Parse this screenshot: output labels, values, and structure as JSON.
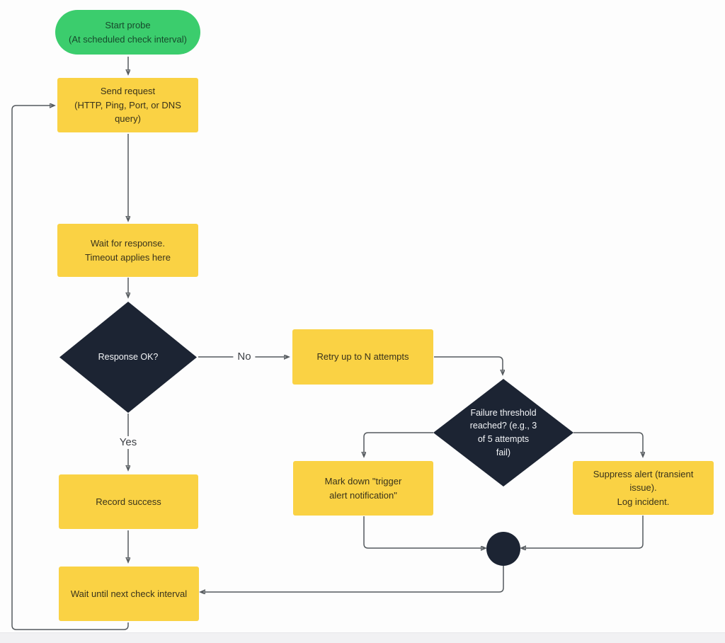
{
  "diagram": {
    "type": "flowchart",
    "nodes": {
      "start": {
        "label": "Start probe\n(At scheduled check interval)",
        "shape": "stadium",
        "color": "#3bcd6d"
      },
      "send_request": {
        "label": "Send request\n(HTTP, Ping, Port, or DNS\nquery)",
        "shape": "rect",
        "color": "#fad244"
      },
      "wait_response": {
        "label": "Wait for response.\nTimeout applies here",
        "shape": "rect",
        "color": "#fad244"
      },
      "response_ok": {
        "label": "Response OK?",
        "shape": "diamond",
        "color": "#1c2433"
      },
      "retry": {
        "label": "Retry up to N attempts",
        "shape": "rect",
        "color": "#fad244"
      },
      "failure_threshold": {
        "label": "Failure threshold\nreached? (e.g., 3\nof 5 attempts\nfail)",
        "shape": "diamond",
        "color": "#1c2433"
      },
      "mark_down": {
        "label": "Mark down \"trigger\nalert notification\"",
        "shape": "rect",
        "color": "#fad244"
      },
      "suppress_alert": {
        "label": "Suppress alert (transient issue).\nLog incident.",
        "shape": "rect",
        "color": "#fad244"
      },
      "record_success": {
        "label": "Record success",
        "shape": "rect",
        "color": "#fad244"
      },
      "wait_interval": {
        "label": "Wait until next check interval",
        "shape": "rect",
        "color": "#fad244"
      },
      "merge_point": {
        "label": "",
        "shape": "circle",
        "color": "#1c2433"
      }
    },
    "edge_labels": {
      "no": "No",
      "yes": "Yes"
    },
    "edges": [
      {
        "from": "start",
        "to": "send_request",
        "label": ""
      },
      {
        "from": "send_request",
        "to": "wait_response",
        "label": ""
      },
      {
        "from": "wait_response",
        "to": "response_ok",
        "label": ""
      },
      {
        "from": "response_ok",
        "to": "retry",
        "label": "No"
      },
      {
        "from": "response_ok",
        "to": "record_success",
        "label": "Yes"
      },
      {
        "from": "retry",
        "to": "failure_threshold",
        "label": ""
      },
      {
        "from": "failure_threshold",
        "to": "mark_down",
        "label": ""
      },
      {
        "from": "failure_threshold",
        "to": "suppress_alert",
        "label": ""
      },
      {
        "from": "mark_down",
        "to": "merge_point",
        "label": ""
      },
      {
        "from": "suppress_alert",
        "to": "merge_point",
        "label": ""
      },
      {
        "from": "merge_point",
        "to": "wait_interval",
        "label": ""
      },
      {
        "from": "record_success",
        "to": "wait_interval",
        "label": ""
      },
      {
        "from": "wait_interval",
        "to": "send_request",
        "label": ""
      }
    ],
    "colors": {
      "background": "#fdfdfd",
      "node_yellow": "#fad244",
      "node_green": "#3bcd6d",
      "node_dark": "#1c2433",
      "line": "#555a5e"
    }
  }
}
